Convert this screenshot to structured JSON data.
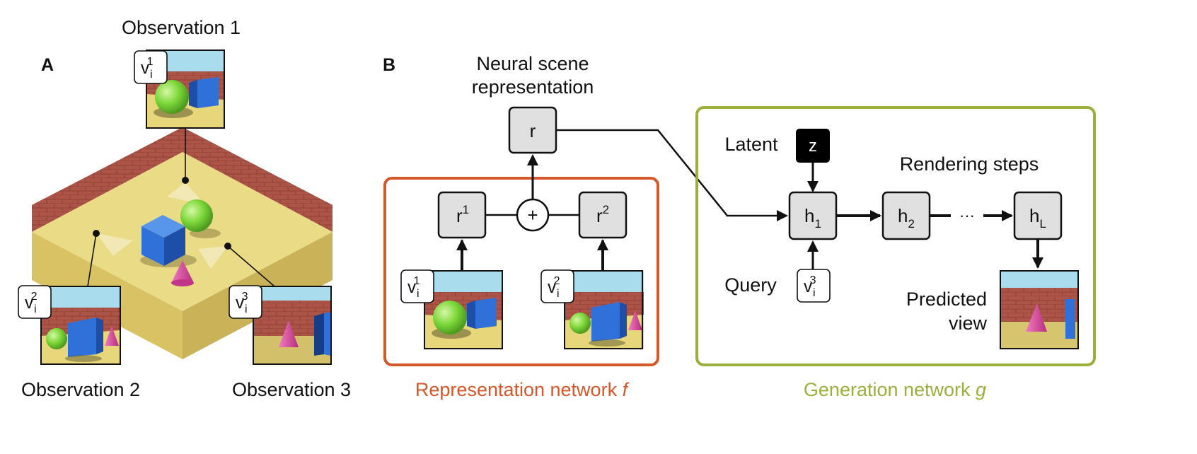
{
  "panel_a": {
    "letter": "A",
    "observations": [
      {
        "label": "Observation 1",
        "view": {
          "base": "v",
          "sub": "i",
          "sup": "1"
        }
      },
      {
        "label": "Observation 2",
        "view": {
          "base": "v",
          "sub": "i",
          "sup": "2"
        }
      },
      {
        "label": "Observation 3",
        "view": {
          "base": "v",
          "sub": "i",
          "sup": "3"
        }
      }
    ]
  },
  "panel_b": {
    "letter": "B",
    "scene_rep_label_line1": "Neural scene",
    "scene_rep_label_line2": "representation",
    "r_node": "r",
    "r1": {
      "base": "r",
      "sup": "1"
    },
    "r2": {
      "base": "r",
      "sup": "2"
    },
    "sum_symbol": "+",
    "rep_input_1": {
      "base": "v",
      "sub": "i",
      "sup": "1"
    },
    "rep_input_2": {
      "base": "v",
      "sub": "i",
      "sup": "2"
    },
    "rep_net_label": "Representation network ",
    "rep_net_var": "f",
    "latent_label": "Latent",
    "latent_node": "z",
    "query_label": "Query",
    "query_view": {
      "base": "v",
      "sub": "i",
      "sup": "3"
    },
    "rendering_steps_label": "Rendering steps",
    "h1": {
      "base": "h",
      "sub": "1"
    },
    "h2": {
      "base": "h",
      "sub": "2"
    },
    "hL": {
      "base": "h",
      "sub": "L"
    },
    "ellipsis": "···",
    "predicted_label_line1": "Predicted",
    "predicted_label_line2": "view",
    "gen_net_label": "Generation network ",
    "gen_net_var": "g"
  },
  "colors": {
    "representation": "#D4582A",
    "generation": "#9BB03C",
    "node_fill": "#E0E0E0",
    "latent_fill": "#000000",
    "sky": "#A9DCEC",
    "wall": "#B0544A",
    "floor": "#E7D67A",
    "sphere": "#7DD83A",
    "cube": "#2F71D8",
    "cone": "#E0459E"
  }
}
